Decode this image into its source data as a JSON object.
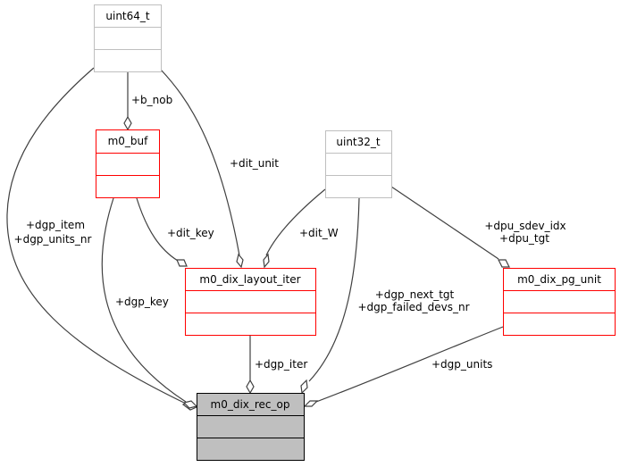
{
  "diagram": {
    "type": "collaboration-diagram",
    "colors": {
      "external_border": "#bfbfbf",
      "documented_border": "#ff0000",
      "focus_fill": "#bfbfbf",
      "focus_border": "#000000",
      "edge": "#404040"
    },
    "classes": {
      "uint64_t": {
        "name": "uint64_t",
        "kind": "external"
      },
      "m0_buf": {
        "name": "m0_buf",
        "kind": "documented"
      },
      "uint32_t": {
        "name": "uint32_t",
        "kind": "external"
      },
      "m0_dix_layout_iter": {
        "name": "m0_dix_layout_iter",
        "kind": "documented"
      },
      "m0_dix_pg_unit": {
        "name": "m0_dix_pg_unit",
        "kind": "documented"
      },
      "m0_dix_rec_op": {
        "name": "m0_dix_rec_op",
        "kind": "focus"
      }
    },
    "edges": {
      "b_nob": {
        "from": "uint64_t",
        "to": "m0_buf",
        "labels": [
          "+b_nob"
        ]
      },
      "dgp_item": {
        "from": "uint64_t",
        "to": "m0_dix_rec_op",
        "labels": [
          "+dgp_item",
          "+dgp_units_nr"
        ]
      },
      "dit_unit": {
        "from": "uint64_t",
        "to": "m0_dix_layout_iter",
        "labels": [
          "+dit_unit"
        ]
      },
      "dit_key": {
        "from": "m0_buf",
        "to": "m0_dix_layout_iter",
        "labels": [
          "+dit_key"
        ]
      },
      "dgp_key": {
        "from": "m0_buf",
        "to": "m0_dix_rec_op",
        "labels": [
          "+dgp_key"
        ]
      },
      "dit_W": {
        "from": "uint32_t",
        "to": "m0_dix_layout_iter",
        "labels": [
          "+dit_W"
        ]
      },
      "dgp_next_tgt": {
        "from": "uint32_t",
        "to": "m0_dix_rec_op",
        "labels": [
          "+dgp_next_tgt",
          "+dgp_failed_devs_nr"
        ]
      },
      "dpu": {
        "from": "uint32_t",
        "to": "m0_dix_pg_unit",
        "labels": [
          "+dpu_sdev_idx",
          "+dpu_tgt"
        ]
      },
      "dgp_iter": {
        "from": "m0_dix_layout_iter",
        "to": "m0_dix_rec_op",
        "labels": [
          "+dgp_iter"
        ]
      },
      "dgp_units": {
        "from": "m0_dix_pg_unit",
        "to": "m0_dix_rec_op",
        "labels": [
          "+dgp_units"
        ]
      }
    }
  }
}
